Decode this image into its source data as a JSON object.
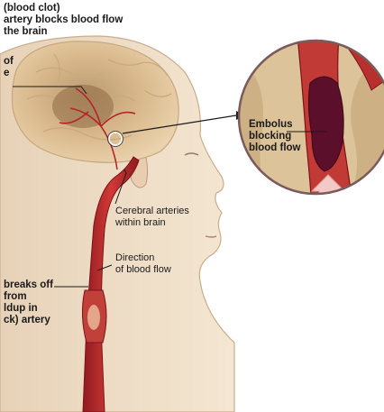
{
  "labels": {
    "stroke_caption": [
      "(blood clot)",
      "artery blocks blood flow",
      "the brain"
    ],
    "partial_label": [
      "of",
      "e"
    ],
    "embolus": [
      "Embolus",
      "blocking",
      "blood flow"
    ],
    "cerebral_arteries": [
      "Cerebral arteries",
      "within brain"
    ],
    "direction": [
      "Direction",
      "of blood flow"
    ],
    "breaks_off": [
      "breaks off",
      "from",
      "ldup in",
      "ck) artery"
    ]
  },
  "colors": {
    "artery": "#b4232a",
    "clot": "#5c0f2a",
    "brain": "#e2c39a",
    "skin": "#eedcc4",
    "lens_ring": "#7a5a5a",
    "arrow": "#f2c9c4"
  }
}
